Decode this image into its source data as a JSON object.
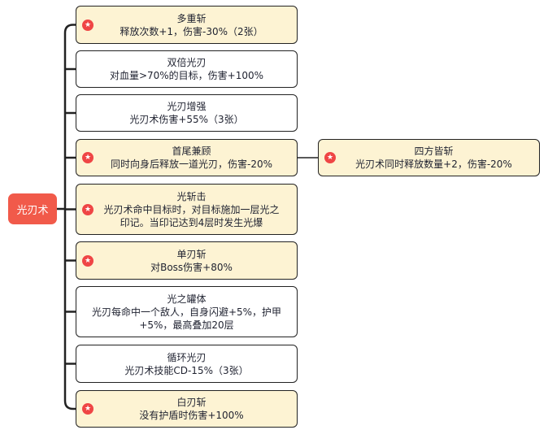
{
  "root": {
    "label": "光刃术"
  },
  "nodes": [
    {
      "title": "多重斩",
      "lines": [
        "释放次数+1，伤害-30%（2张）"
      ],
      "starred": true
    },
    {
      "title": "双倍光刃",
      "lines": [
        "对血量>70%的目标，伤害+100%"
      ],
      "starred": false
    },
    {
      "title": "光刃增强",
      "lines": [
        "光刃术伤害+55%（3张）"
      ],
      "starred": false
    },
    {
      "title": "首尾兼顾",
      "lines": [
        "同时向身后释放一道光刃，伤害-20%"
      ],
      "starred": true
    },
    {
      "title": "光斩击",
      "lines": [
        "光刃术命中目标时，对目标施加一层光之",
        "印记。当印记达到4层时发生光爆"
      ],
      "starred": true
    },
    {
      "title": "单刃斩",
      "lines": [
        "对Boss伤害+80%"
      ],
      "starred": true
    },
    {
      "title": "光之罐体",
      "lines": [
        "光刃每命中一个敌人，自身闪避+5%，护甲",
        "+5%，最高叠加20层"
      ],
      "starred": false
    },
    {
      "title": "循环光刃",
      "lines": [
        "光刃术技能CD-15%（3张）"
      ],
      "starred": false
    },
    {
      "title": "白刃斩",
      "lines": [
        "没有护盾时伤害+100%"
      ],
      "starred": true
    }
  ],
  "child": {
    "title": "四方皆斩",
    "lines": [
      "光刃术同时释放数量+2，伤害-20%"
    ],
    "starred": true
  },
  "colors": {
    "root_fill": "#f15a4a",
    "starred_fill": "#fdf3d3",
    "star_badge": "#ef4545",
    "line": "#222222"
  }
}
